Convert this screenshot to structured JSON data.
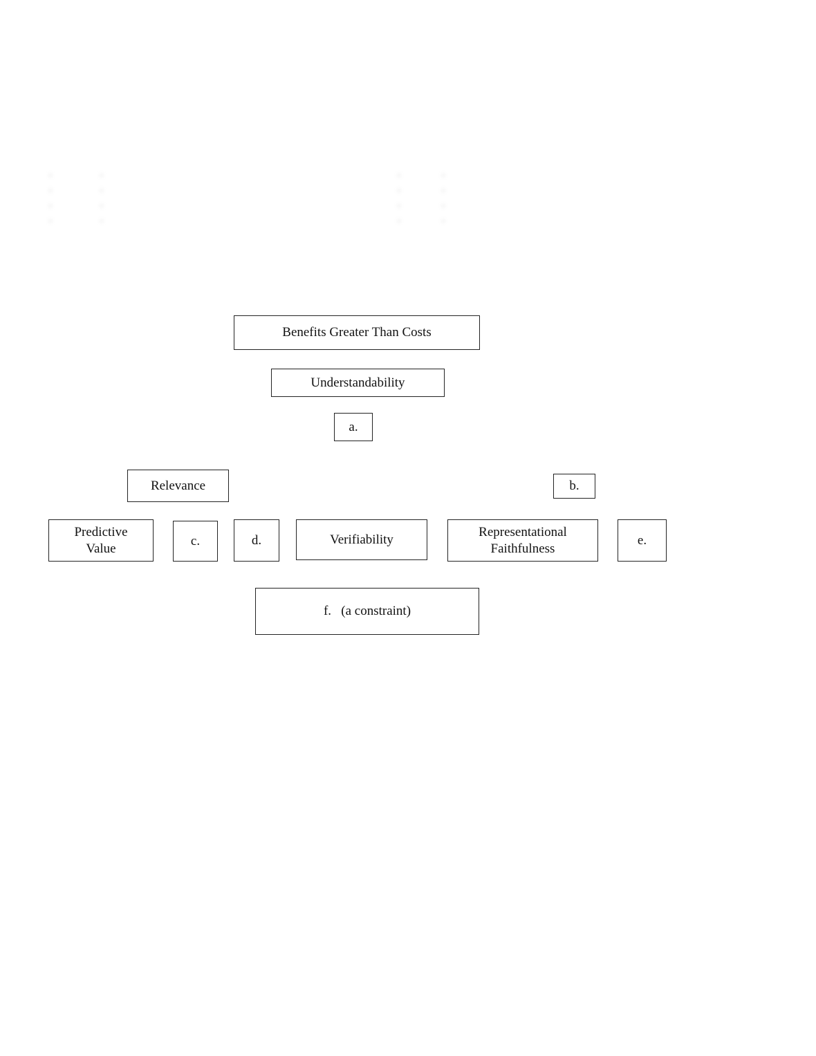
{
  "nodes": {
    "benefits": "Benefits Greater Than Costs",
    "understandability": "Understandability",
    "a": "a.",
    "relevance": "Relevance",
    "b": "b.",
    "predictive_value": "Predictive\nValue",
    "c": "c.",
    "d": "d.",
    "verifiability": "Verifiability",
    "representational_faithfulness": "Representational\nFaithfulness",
    "e": "e.",
    "f": "f.   (a constraint)"
  }
}
